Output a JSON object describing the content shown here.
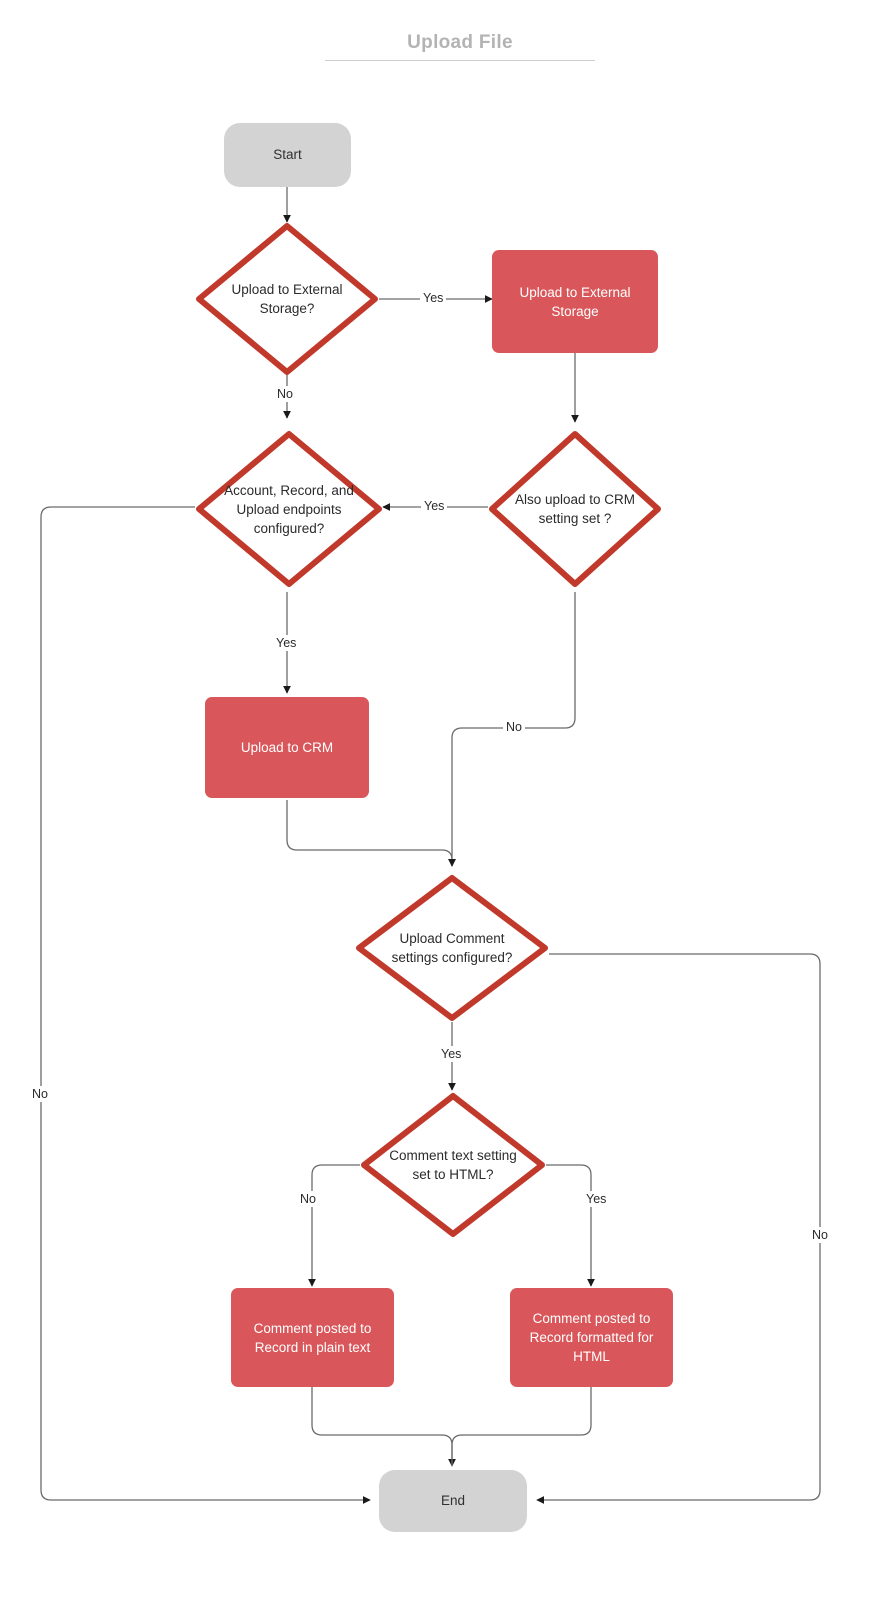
{
  "diagram": {
    "title": "Upload File",
    "type": "flowchart",
    "colors": {
      "process_fill": "#d9575a",
      "decision_stroke": "#c0392b",
      "terminator_fill": "#d3d3d3",
      "edge_stroke": "#6b6b6b",
      "title_color": "#b3b3b3"
    },
    "nodes": [
      {
        "id": "start",
        "shape": "terminator",
        "label": "Start"
      },
      {
        "id": "d-external",
        "shape": "decision",
        "label": "Upload to External Storage?"
      },
      {
        "id": "p-external",
        "shape": "process",
        "label": "Upload to External Storage"
      },
      {
        "id": "d-endpoints",
        "shape": "decision",
        "label": "Account, Record, and Upload endpoints configured?"
      },
      {
        "id": "d-also-crm",
        "shape": "decision",
        "label": "Also upload to CRM setting set ?"
      },
      {
        "id": "p-crm",
        "shape": "process",
        "label": "Upload to CRM"
      },
      {
        "id": "d-comment-cfg",
        "shape": "decision",
        "label": "Upload Comment settings configured?"
      },
      {
        "id": "d-html",
        "shape": "decision",
        "label": "Comment text setting set to HTML?"
      },
      {
        "id": "p-plain",
        "shape": "process",
        "label": "Comment posted to Record in plain text"
      },
      {
        "id": "p-html",
        "shape": "process",
        "label": "Comment posted to Record formatted for HTML"
      },
      {
        "id": "end",
        "shape": "terminator",
        "label": "End"
      }
    ],
    "edge_labels": {
      "external_yes": "Yes",
      "external_no": "No",
      "also_crm_yes": "Yes",
      "also_crm_no": "No",
      "endpoints_yes": "Yes",
      "endpoints_no": "No",
      "comment_cfg_yes": "Yes",
      "comment_cfg_no": "No",
      "html_no": "No",
      "html_yes": "Yes"
    },
    "edges": [
      {
        "from": "start",
        "to": "d-external",
        "label": ""
      },
      {
        "from": "d-external",
        "to": "p-external",
        "label": "Yes"
      },
      {
        "from": "d-external",
        "to": "d-endpoints",
        "label": "No"
      },
      {
        "from": "p-external",
        "to": "d-also-crm",
        "label": ""
      },
      {
        "from": "d-also-crm",
        "to": "d-endpoints",
        "label": "Yes"
      },
      {
        "from": "d-also-crm",
        "to": "d-comment-cfg",
        "label": "No"
      },
      {
        "from": "d-endpoints",
        "to": "p-crm",
        "label": "Yes"
      },
      {
        "from": "d-endpoints",
        "to": "end",
        "label": "No"
      },
      {
        "from": "p-crm",
        "to": "d-comment-cfg",
        "label": ""
      },
      {
        "from": "d-comment-cfg",
        "to": "d-html",
        "label": "Yes"
      },
      {
        "from": "d-comment-cfg",
        "to": "end",
        "label": "No"
      },
      {
        "from": "d-html",
        "to": "p-plain",
        "label": "No"
      },
      {
        "from": "d-html",
        "to": "p-html",
        "label": "Yes"
      },
      {
        "from": "p-plain",
        "to": "end",
        "label": ""
      },
      {
        "from": "p-html",
        "to": "end",
        "label": ""
      }
    ]
  }
}
